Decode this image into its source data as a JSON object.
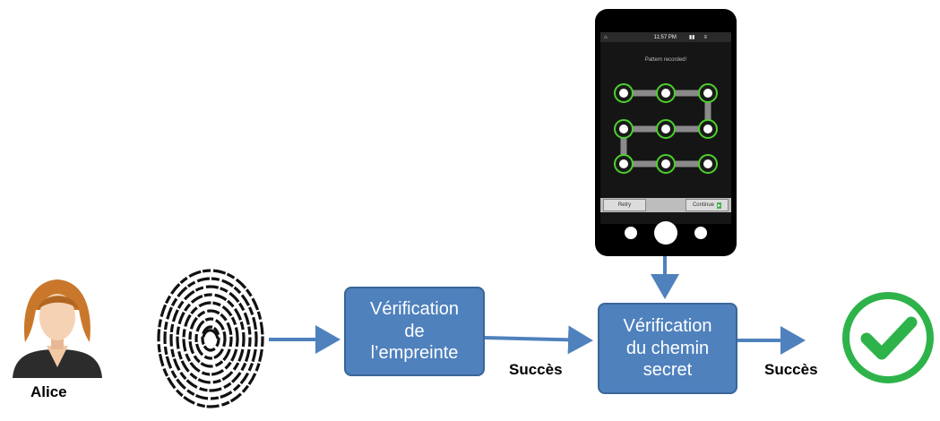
{
  "person": {
    "name": "Alice",
    "icon": "woman-avatar-icon"
  },
  "fingerprint": {
    "icon": "fingerprint-icon"
  },
  "steps": {
    "fingerprint_check": {
      "lines": [
        "Vérification",
        "de",
        "l’empreinte"
      ]
    },
    "path_check": {
      "lines": [
        "Vérification",
        "du chemin",
        "secret"
      ]
    }
  },
  "transitions": {
    "success_1": "Succès",
    "success_2": "Succès"
  },
  "phone": {
    "status_time": "11:57 PM",
    "message": "Pattern recorded!",
    "retry_label": "Retry",
    "continue_label": "Continue",
    "pattern_sequence": [
      1,
      2,
      3,
      6,
      5,
      4,
      7,
      8,
      9
    ]
  },
  "result": {
    "icon": "check-circle-icon"
  },
  "colors": {
    "box_fill": "#4f81bd",
    "box_border": "#3a6699",
    "arrow": "#4f81bd",
    "check": "#2eb34a",
    "pattern_ring": "#4cd12b"
  }
}
